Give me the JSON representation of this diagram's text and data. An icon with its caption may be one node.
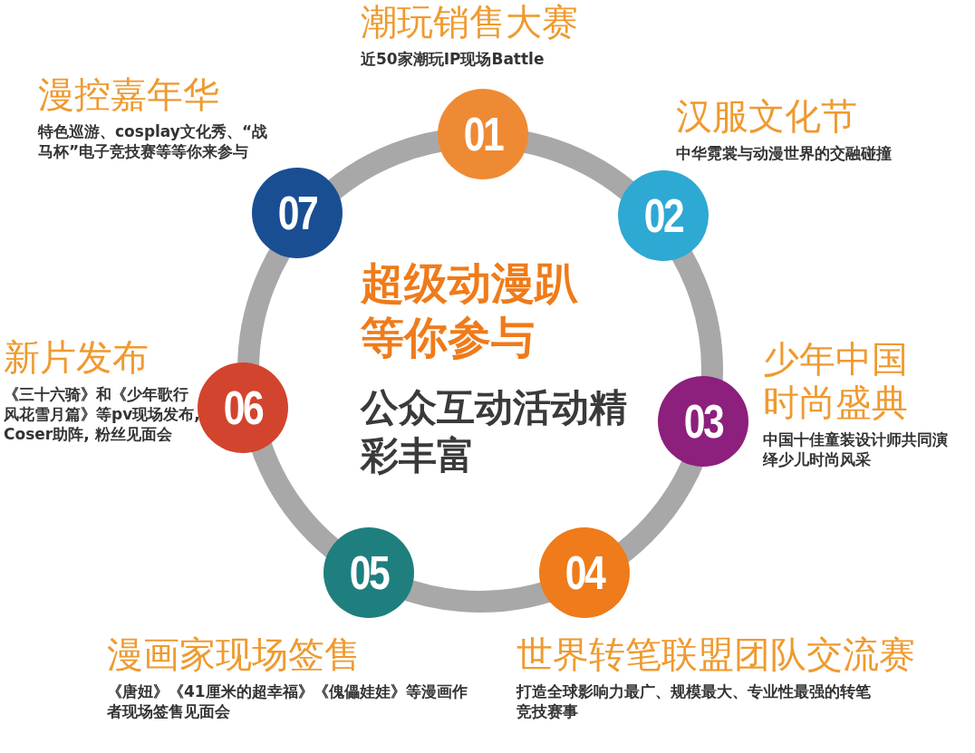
{
  "diagram": {
    "nodes": [
      {
        "text": [
          "01"
        ],
        "beside": [
          "潮玩销售大赛",
          "近50家潮玩IP现场Battle"
        ]
      },
      {
        "text": [
          "02"
        ],
        "beside": [
          "汉服文化节",
          "中华霓裳与动漫世界的交融碰撞"
        ]
      },
      {
        "text": [
          "03"
        ],
        "beside": [
          "少年中国时尚盛典",
          "中国十佳童装设计师共同演绎少儿时尚风采"
        ]
      },
      {
        "text": [
          "04"
        ],
        "beside": [
          "世界转笔联盟团队交流赛",
          "打造全球影响力最广、规模最大、专业性最强的转笔竞技赛事"
        ]
      },
      {
        "text": [
          "05"
        ],
        "beside": [
          "漫画家现场签售",
          "《唐妞》《41厘米的超幸福》《傀儡娃娃》等漫画作者现场签售见面会"
        ]
      },
      {
        "text": [
          "06"
        ],
        "beside": [
          "新片发布",
          "《三十六骑》和《少年歌行风花雪月篇》等pv现场发布, Coser助阵, 粉丝见面会"
        ]
      },
      {
        "text": [
          "07"
        ],
        "beside": [
          "漫控嘉年华",
          "特色巡游、cosplay文化秀、“战马杯”电子竞技赛等等你来参与"
        ]
      }
    ],
    "labels": [
      "超级动漫趴等你参与",
      "公众互动活动精彩丰富"
    ]
  }
}
